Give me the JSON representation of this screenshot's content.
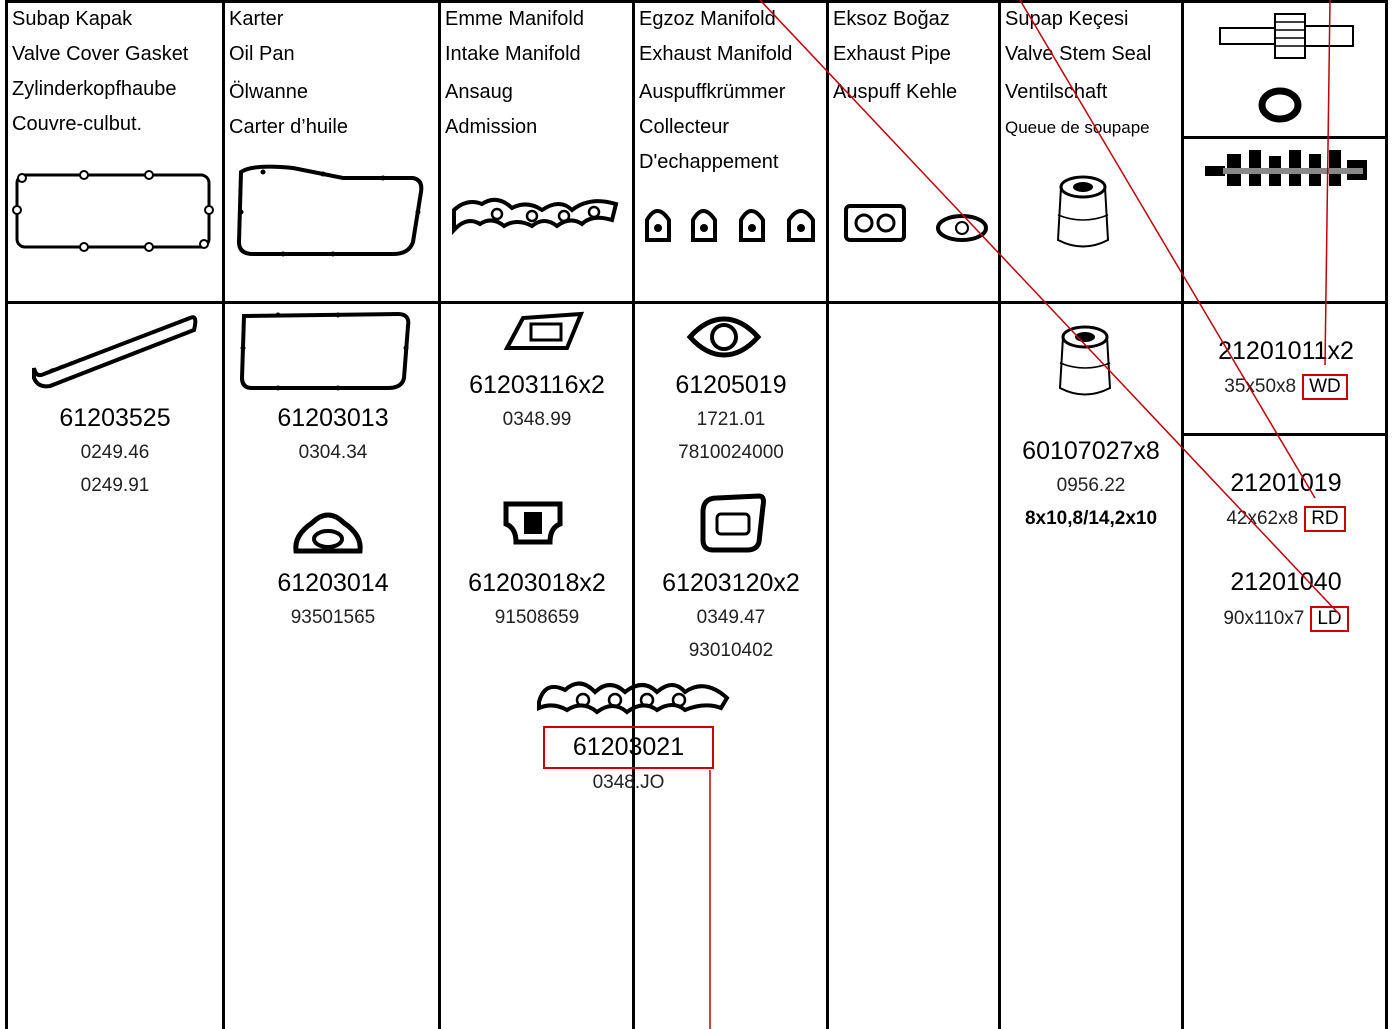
{
  "columns": [
    {
      "lines": [
        "Subap Kapak",
        "Valve Cover Gasket",
        "Zylinderkopfhaube",
        "Couvre-culbut."
      ]
    },
    {
      "lines": [
        "Karter",
        "Oil Pan",
        "Ölwanne",
        "Carter d’huile"
      ]
    },
    {
      "lines": [
        "Emme Manifold",
        "Intake Manifold",
        "Ansaug",
        "Admission"
      ]
    },
    {
      "lines": [
        "Egzoz Manifold",
        "Exhaust Manifold",
        "Auspuffkrümmer",
        "Collecteur",
        "D'echappement"
      ]
    },
    {
      "lines": [
        "Eksoz Boğaz",
        "Exhaust Pipe",
        "Auspuff Kehle"
      ]
    },
    {
      "lines": [
        "Supap Keçesi",
        "Valve Stem Seal",
        "Ventilschaft",
        "Queue de soupape"
      ]
    }
  ],
  "parts": {
    "p61203525": {
      "code": "61203525",
      "refs": [
        "0249.46",
        "0249.91"
      ]
    },
    "p61203013": {
      "code": "61203013",
      "refs": [
        "0304.34"
      ]
    },
    "p61203014": {
      "code": "61203014",
      "refs": [
        "93501565"
      ]
    },
    "p61203116": {
      "code": "61203116x2",
      "refs": [
        "0348.99"
      ]
    },
    "p61203018": {
      "code": "61203018x2",
      "refs": [
        "91508659"
      ]
    },
    "p61205019": {
      "code": "61205019",
      "refs": [
        "1721.01",
        "7810024000"
      ]
    },
    "p61203120": {
      "code": "61203120x2",
      "refs": [
        "0349.47",
        "93010402"
      ]
    },
    "p61203021": {
      "code": "61203021",
      "refs": [
        "0348.JO"
      ]
    },
    "p60107027": {
      "code": "60107027x8",
      "refs": [
        "0956.22",
        "8x10,8/14,2x10"
      ]
    },
    "p21201011": {
      "code": "21201011x2",
      "size": "35x50x8",
      "tag": "WD"
    },
    "p21201019": {
      "code": "21201019",
      "size": "42x62x8",
      "tag": "RD"
    },
    "p21201040": {
      "code": "21201040",
      "size": "90x110x7",
      "tag": "LD"
    }
  },
  "accent_color": "#c00000"
}
